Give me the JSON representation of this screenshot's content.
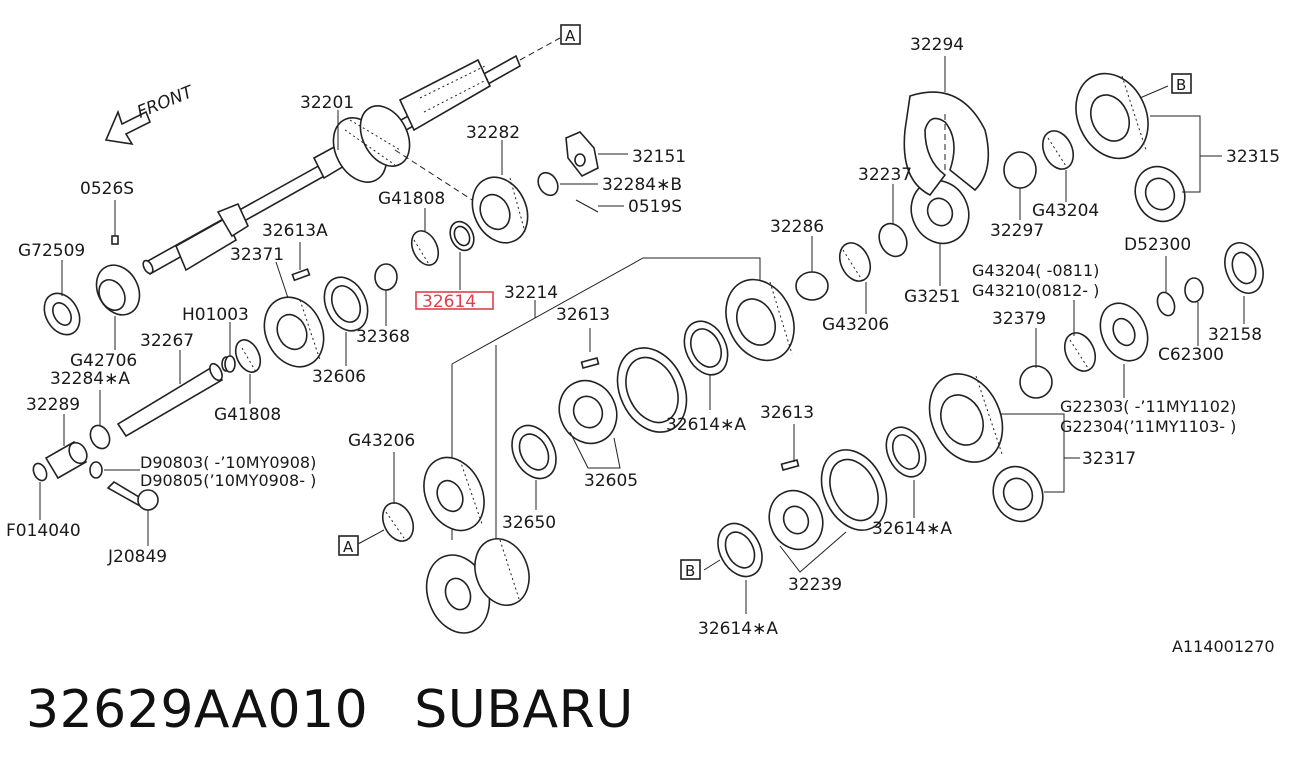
{
  "caption": {
    "part_number": "32629AA010",
    "brand": "SUBARU"
  },
  "highlight_color": "#e0404a",
  "front_label": "FRONT",
  "refs": {
    "a": "A",
    "b": "B"
  },
  "image_code": "A114001270",
  "labels": {
    "l32201": "32201",
    "l32282": "32282",
    "l32151": "32151",
    "l32284b": "32284∗B",
    "l0519s": "0519S",
    "l0526s": "0526S",
    "lG41808a": "G41808",
    "l32613a": "32613A",
    "l32371": "32371",
    "lG72509": "G72509",
    "l32614h": "32614",
    "l32214": "32214",
    "lH01003": "H01003",
    "l32368": "32368",
    "l32267": "32267",
    "lG42706": "G42706",
    "l32606": "32606",
    "l32284a": "32284∗A",
    "l32289": "32289",
    "lG41808b": "G41808",
    "lD90803": "D90803( -’10MY0908)",
    "lD90805": "D90805(’10MY0908- )",
    "lF014040": "F014040",
    "lJ20849": "J20849",
    "lG43206a": "G43206",
    "l32613b": "32613",
    "l32614a1": "32614∗A",
    "l32605": "32605",
    "l32650": "32650",
    "l32294": "32294",
    "l32237": "32237",
    "l32286": "32286",
    "lG32510": "G3251",
    "lG43206b": "G43206",
    "l32297": "32297",
    "lG43204a": "G43204",
    "l32315": "32315",
    "lD52300": "D52300",
    "lG43204b": "G43204( -0811)",
    "lG43210": "G43210(0812- )",
    "l32379": "32379",
    "l32158": "32158",
    "lC62300": "C62300",
    "lG22303": "G22303( -’11MY1102)",
    "lG22304": "G22304(’11MY1103- )",
    "l32317": "32317",
    "l32613c": "32613",
    "l32614a2": "32614∗A",
    "l32239": "32239",
    "l32614a3": "32614∗A"
  }
}
